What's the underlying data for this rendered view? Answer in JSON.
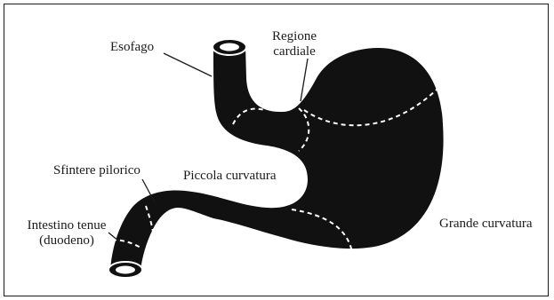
{
  "labels": {
    "esofago": "Esofago",
    "regione_line1": "Regione",
    "regione_line2": "cardiale",
    "sfintere": "Sfintere pilorico",
    "piccola": "Piccola curvatura",
    "intestino_line1": "Intestino tenue",
    "intestino_line2": "(duodeno)",
    "grande": "Grande curvatura"
  },
  "colors": {
    "organ_fill": "#111111",
    "dashed_lines": "#ffffff",
    "leader_lines": "#1a1a1a"
  }
}
